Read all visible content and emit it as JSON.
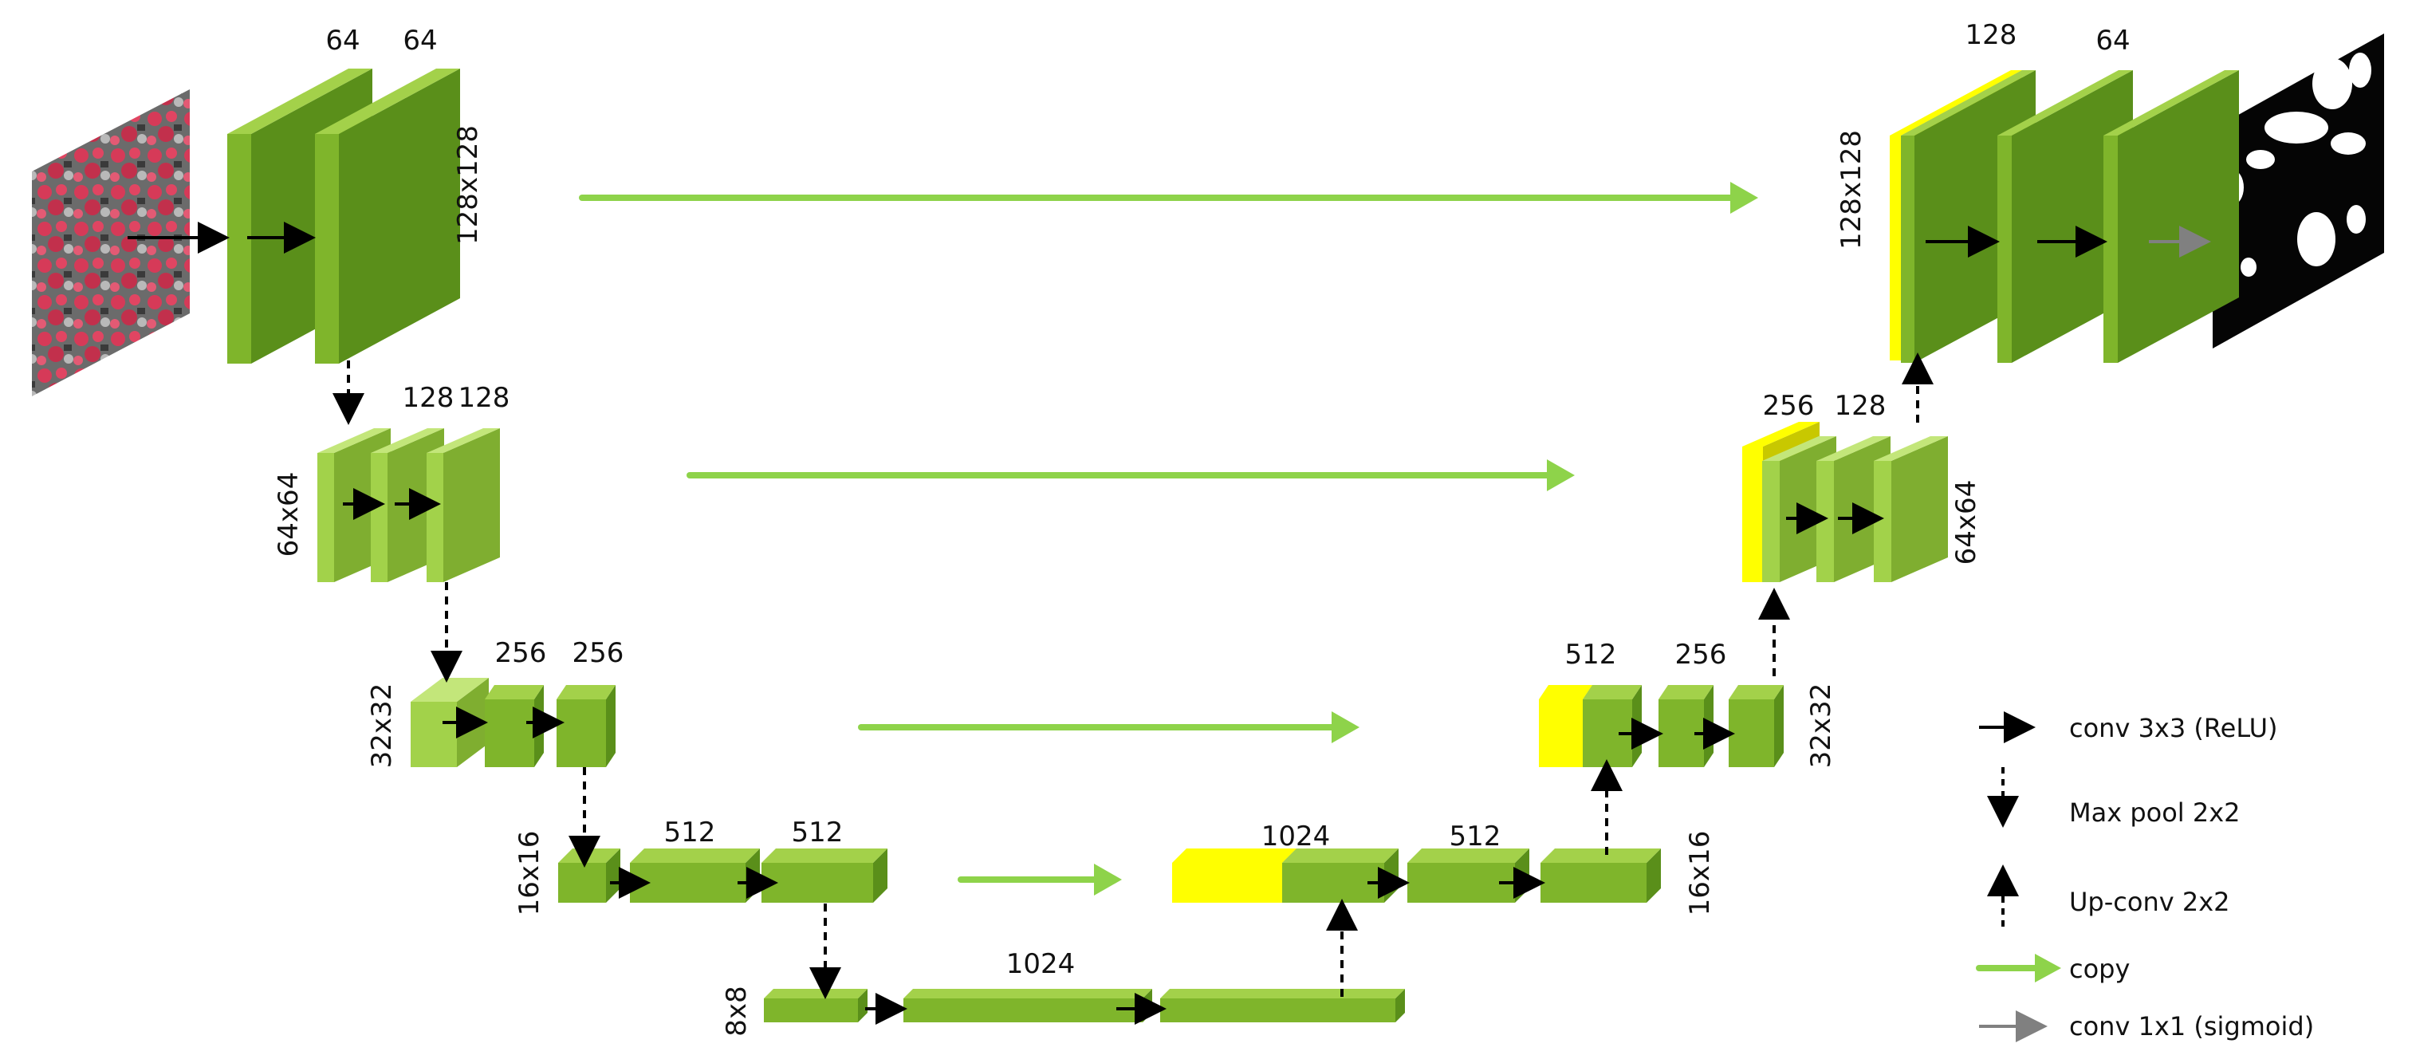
{
  "colors": {
    "block_face": "#7fb52b",
    "block_side": "#5a8f1a",
    "block_top": "#a3d14a",
    "light_face": "#a2d24a",
    "light_side": "#7fae30",
    "light_top": "#c3e67a",
    "highlight": "#ffff00",
    "highlight_edge": "#c8c800",
    "copy_arrow": "#8ed34a",
    "arrow": "#000000",
    "arrow_sigmoid": "#808080"
  },
  "labels": {
    "enc1_c1": "64",
    "enc1_c2": "64",
    "enc1_res": "128x128",
    "enc2_c1": "128",
    "enc2_c2": "128",
    "enc2_res": "64x64",
    "enc3_c1": "256",
    "enc3_c2": "256",
    "enc3_res": "32x32",
    "enc4_c1": "512",
    "enc4_c2": "512",
    "enc4_res": "16x16",
    "bottleneck_c": "1024",
    "bottleneck_res": "8x8",
    "dec4_c1": "1024",
    "dec4_c2": "512",
    "dec4_res": "16x16",
    "dec3_c1": "512",
    "dec3_c2": "256",
    "dec3_res": "32x32",
    "dec2_c1": "256",
    "dec2_c2": "128",
    "dec2_res": "64x64",
    "dec1_c1": "128",
    "dec1_c2": "64",
    "dec1_res": "128x128"
  },
  "legend": {
    "conv": "conv 3x3 (ReLU)",
    "pool": "Max pool 2x2",
    "upconv": "Up-conv 2x2",
    "copy": "copy",
    "conv1x1": "conv 1x1 (sigmoid)"
  }
}
